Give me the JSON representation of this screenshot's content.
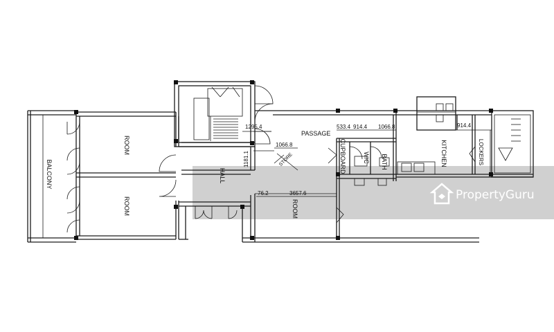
{
  "rooms": {
    "room_top": "ROOM",
    "room_bottom": "ROOM",
    "room_right": "ROOM",
    "balcony": "BALCONY",
    "hall": "HALL",
    "passage": "PASSAGE",
    "kitchen": "KITCHEN",
    "cupboard": "CUPBOARD",
    "wc": "W/C",
    "bath": "BATH",
    "lockers": "LOCKERS",
    "store": "STORE"
  },
  "dimensions": {
    "d1": "1295.4",
    "d2": "533.4",
    "d3": "914.4",
    "d4": "1066.8",
    "d5": "914.4",
    "d6": "1066.8",
    "d7": "1181.1",
    "d8": "76.2",
    "d9": "3657.6"
  },
  "watermark": {
    "text": "PropertyGuru",
    "color": "#ffffff",
    "band_color": "#c8c8c8",
    "icon": "house-logo-icon"
  }
}
